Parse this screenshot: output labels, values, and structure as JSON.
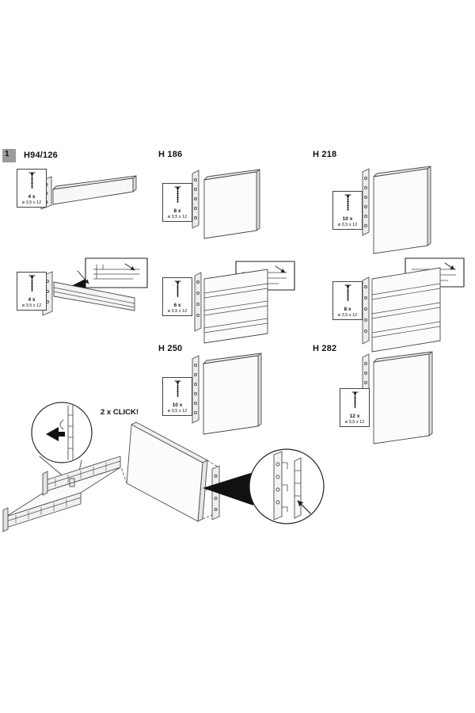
{
  "page": {
    "step_number": "1"
  },
  "headers": [
    {
      "id": "h94-126",
      "label": "H94/126"
    },
    {
      "id": "h186",
      "label": "H 186"
    },
    {
      "id": "h218",
      "label": "H 218"
    },
    {
      "id": "h250",
      "label": "H 250"
    },
    {
      "id": "h282",
      "label": "H 282"
    }
  ],
  "screw_callouts": [
    {
      "id": "h94-front",
      "count": "4 x",
      "size": "ø 3,5 x 12"
    },
    {
      "id": "h186-front",
      "count": "8 x",
      "size": "ø 3,5 x 12"
    },
    {
      "id": "h218-front",
      "count": "10 x",
      "size": "ø 3,5 x 12"
    },
    {
      "id": "h94-rail",
      "count": "4 x",
      "size": "ø 3,5 x 12"
    },
    {
      "id": "h186-gallery",
      "count": "6 x",
      "size": "ø 3,5 x 12"
    },
    {
      "id": "h218-gallery",
      "count": "8 x",
      "size": "ø 3,5 x 12"
    },
    {
      "id": "h250-front",
      "count": "10 x",
      "size": "ø 3,5 x 12"
    },
    {
      "id": "h282-front",
      "count": "12 x",
      "size": "ø 3,5 x 12"
    }
  ],
  "annotations": {
    "click_label": "2 x CLICK!"
  },
  "icons": {
    "screw": "screw-icon",
    "direction_arrow": "black-arrow-icon",
    "detail_magnifier": "detail-circle"
  },
  "colors": {
    "line": "#4a4a4a",
    "accent_black": "#111111",
    "step_badge_bg": "#9c9c9c"
  }
}
